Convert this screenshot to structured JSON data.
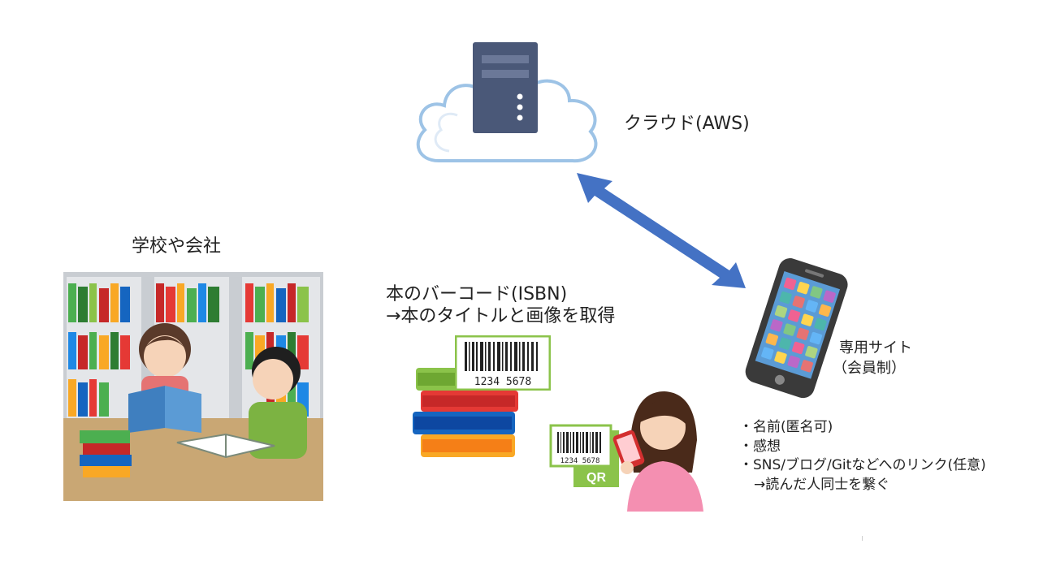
{
  "cloud": {
    "label": "クラウド(AWS)"
  },
  "school": {
    "label": "学校や会社"
  },
  "barcode": {
    "line1": "本のバーコード(ISBN)",
    "line2": "→本のタイトルと画像を取得",
    "digits": "1234 5678",
    "qr_label": "QR"
  },
  "site": {
    "line1": "専用サイト",
    "line2": "（会員制）"
  },
  "features": {
    "items": [
      "名前(匿名可)",
      "感想",
      "SNS/ブログ/Gitなどへのリンク(任意)"
    ],
    "note": "→読んだ人同士を繋ぐ"
  },
  "colors": {
    "arrow": "#4472c4",
    "cloud_outline": "#9dc3e6",
    "server": "#4a5878"
  },
  "icons": [
    "cloud-server-icon",
    "double-arrow-icon",
    "library-scene-icon",
    "book-stack-icon",
    "barcode-icon",
    "qr-scan-icon",
    "smartphone-icon"
  ]
}
